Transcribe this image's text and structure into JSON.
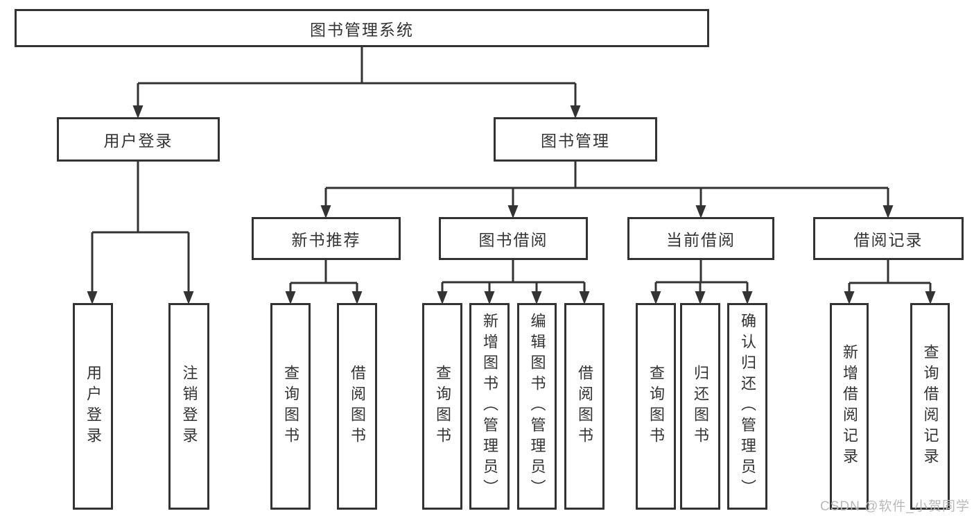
{
  "tree": {
    "root": {
      "label": "图书管理系统"
    },
    "user_login": {
      "label": "用户登录",
      "children": [
        {
          "label": "用户登录"
        },
        {
          "label": "注销登录"
        }
      ]
    },
    "book_management": {
      "label": "图书管理",
      "sections": [
        {
          "label": "新书推荐",
          "children": [
            {
              "label": "查询图书"
            },
            {
              "label": "借阅图书"
            }
          ]
        },
        {
          "label": "图书借阅",
          "children": [
            {
              "label": "查询图书"
            },
            {
              "label": "新增图书（管理员）"
            },
            {
              "label": "编辑图书（管理员）"
            },
            {
              "label": "借阅图书"
            }
          ]
        },
        {
          "label": "当前借阅",
          "children": [
            {
              "label": "查询图书"
            },
            {
              "label": "归还图书"
            },
            {
              "label": "确认归还（管理员）"
            }
          ]
        },
        {
          "label": "借阅记录",
          "children": [
            {
              "label": "新增借阅记录"
            },
            {
              "label": "查询借阅记录"
            }
          ]
        }
      ]
    }
  },
  "watermark": {
    "text": "CSDN @软件_小贺同学"
  },
  "colors": {
    "line": "#333333",
    "text": "#333333",
    "watermark": "#b9b9b9",
    "background": "#ffffff"
  }
}
